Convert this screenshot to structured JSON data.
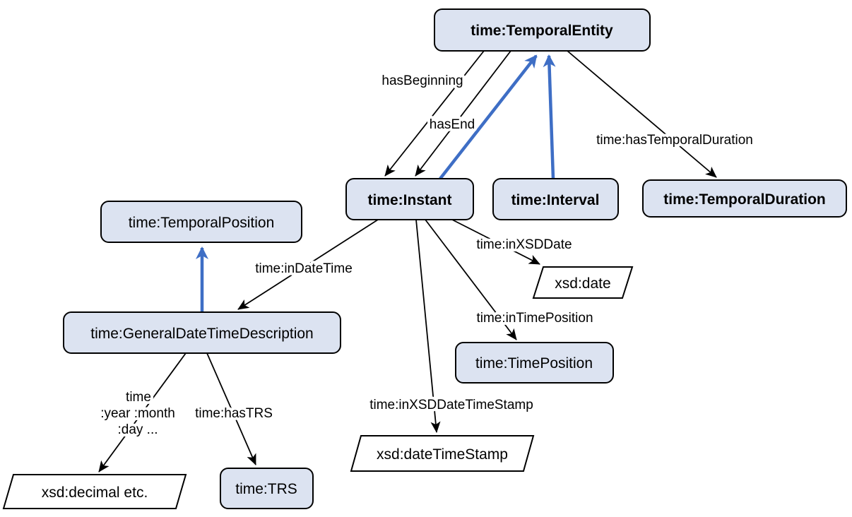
{
  "colors": {
    "node_fill": "#dce3f1",
    "node_border": "#000000",
    "edge_color": "#000000",
    "subclass_arrow": "#3e6ec5",
    "datatype_fill": "#ffffff"
  },
  "nodes": {
    "temporal_entity": {
      "label": "time:TemporalEntity"
    },
    "instant": {
      "label": "time:Instant"
    },
    "interval": {
      "label": "time:Interval"
    },
    "temporal_duration": {
      "label": "time:TemporalDuration"
    },
    "temporal_position": {
      "label": "time:TemporalPosition"
    },
    "general_date_time_description": {
      "label": "time:GeneralDateTimeDescription"
    },
    "time_position": {
      "label": "time:TimePosition"
    },
    "trs": {
      "label": "time:TRS"
    }
  },
  "datatypes": {
    "xsd_date": {
      "label": "xsd:date"
    },
    "xsd_date_time_stamp": {
      "label": "xsd:dateTimeStamp"
    },
    "xsd_decimal": {
      "label": "xsd:decimal etc."
    }
  },
  "edge_labels": {
    "has_beginning": "hasBeginning",
    "has_end": "hasEnd",
    "has_temporal_duration": "time:hasTemporalDuration",
    "in_date_time": "time:inDateTime",
    "in_xsd_date": "time:inXSDDate",
    "in_time_position": "time:inTimePosition",
    "in_xsd_date_time_stamp": "time:inXSDDateTimeStamp",
    "year_month_line1": "time",
    "year_month_line2": ":year :month",
    "year_month_line3": ":day ...",
    "has_trs": "time:hasTRS"
  }
}
